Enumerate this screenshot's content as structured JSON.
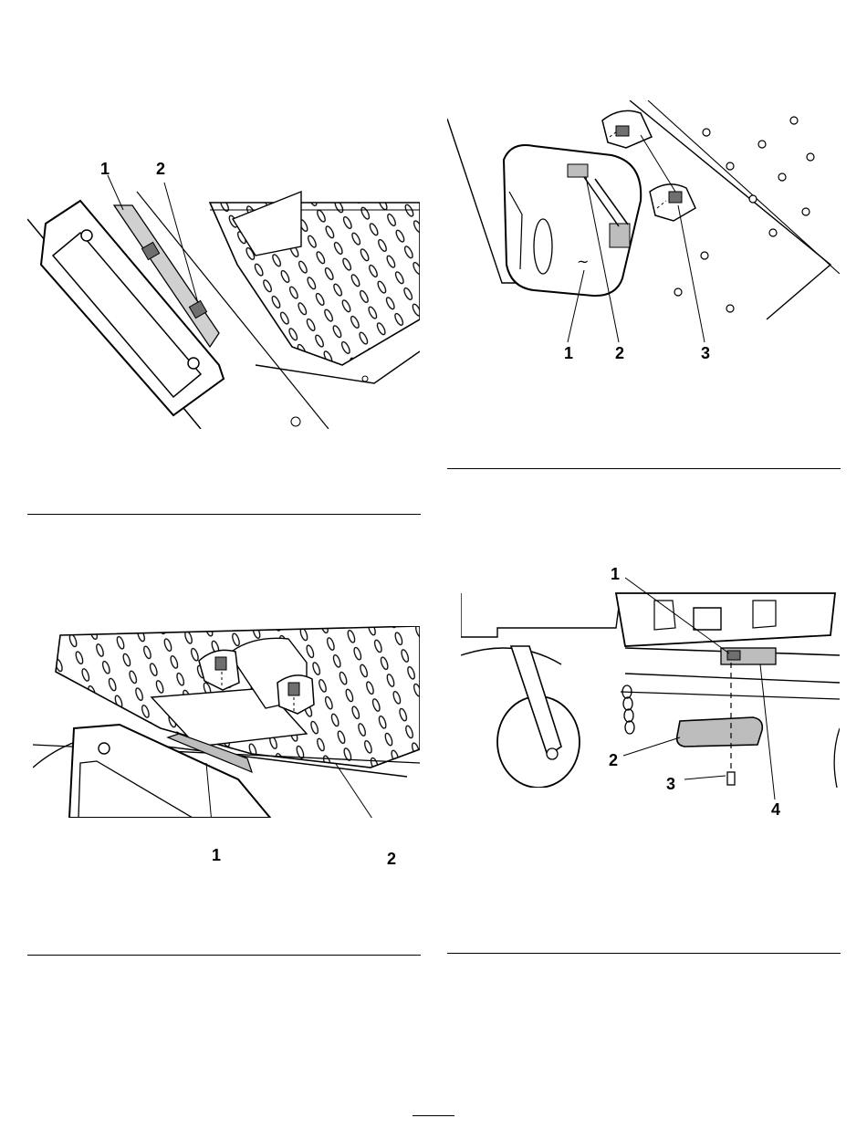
{
  "figures": [
    {
      "id": "fig-a",
      "callouts": [
        "1",
        "2"
      ]
    },
    {
      "id": "fig-b",
      "callouts": [
        "1",
        "2",
        "3"
      ]
    },
    {
      "id": "fig-c",
      "callouts": [
        "1",
        "2"
      ]
    },
    {
      "id": "fig-d",
      "callouts": [
        "1",
        "2",
        "3",
        "4"
      ]
    }
  ],
  "colors": {
    "ink": "#000000",
    "paper": "#ffffff",
    "shade": "#bdbdbd",
    "dark": "#6f6f6f"
  }
}
